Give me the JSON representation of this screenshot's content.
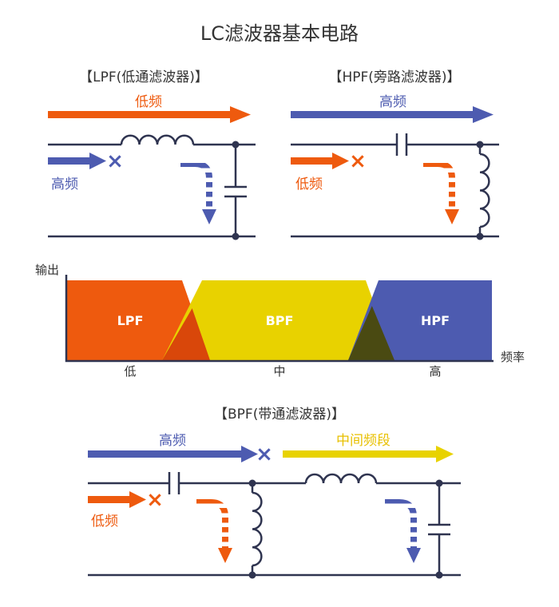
{
  "title": "LC滤波器基本电路",
  "colors": {
    "orange": "#ee5a0e",
    "blue": "#4d5bb0",
    "yellow": "#e8d200",
    "wire": "#2f3450",
    "lpf_bpf_overlap": "#d9470a",
    "bpf_hpf_overlap": "#4a4a12"
  },
  "lpf": {
    "heading": "【LPF(低通滤波器)】",
    "pass_label": "低频",
    "block_label": "高频",
    "block_mark": "×"
  },
  "hpf": {
    "heading": "【HPF(旁路滤波器)】",
    "pass_label": "高频",
    "block_label": "低频",
    "block_mark": "×"
  },
  "response": {
    "y_label": "输出",
    "x_label": "频率",
    "bands": [
      {
        "name": "LPF",
        "axis_label": "低"
      },
      {
        "name": "BPF",
        "axis_label": "中"
      },
      {
        "name": "HPF",
        "axis_label": "高"
      }
    ]
  },
  "bpf": {
    "heading": "【BPF(带通滤波器)】",
    "high_label": "高频",
    "pass_label": "中间频段",
    "low_label": "低频",
    "block_mark": "×"
  }
}
